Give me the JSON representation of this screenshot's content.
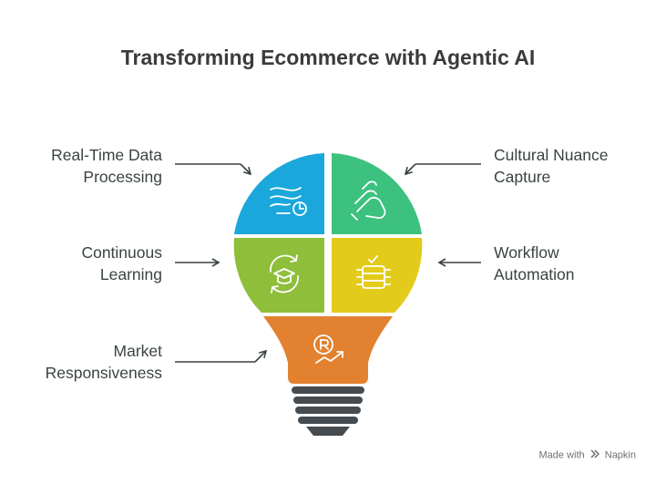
{
  "title": "Transforming Ecommerce with Agentic AI",
  "segments": [
    {
      "id": "realtime",
      "line1": "Real-Time Data",
      "line2": "Processing",
      "color": "#1aa7dc",
      "icon": "data-stream-clock-icon"
    },
    {
      "id": "cultural",
      "line1": "Cultural Nuance",
      "line2": "Capture",
      "color": "#3cc17f",
      "icon": "hands-icon"
    },
    {
      "id": "learning",
      "line1": "Continuous",
      "line2": "Learning",
      "color": "#8fbe3a",
      "icon": "graduation-cycle-icon"
    },
    {
      "id": "workflow",
      "line1": "Workflow",
      "line2": "Automation",
      "color": "#e3cb1b",
      "icon": "workflow-check-icon"
    },
    {
      "id": "market",
      "line1": "Market",
      "line2": "Responsiveness",
      "color": "#e2812f",
      "icon": "market-growth-icon"
    }
  ],
  "bulb_base_color": "#454b4f",
  "footer": {
    "made_with": "Made with",
    "brand": "Napkin"
  }
}
